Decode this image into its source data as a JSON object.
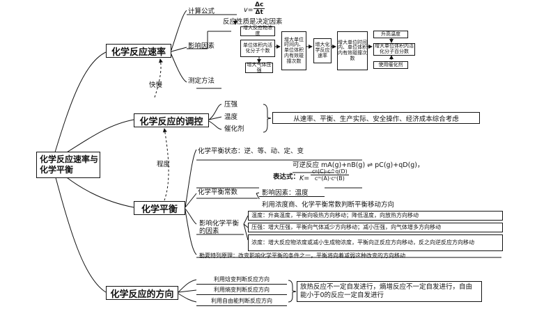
{
  "root": "化学反应速率与化学平衡",
  "rate": {
    "title": "化学反应速率",
    "calc_label": "计算公式",
    "formula_lhs": "v=",
    "formula_num": "Δc",
    "formula_den": "Δt",
    "factor_label": "影响因素",
    "nature_text": "反应性质是决定因素",
    "flow": {
      "inc_conc": "增大反应物浓度",
      "inc_gas_pressure": "增大气体压强",
      "unit_volume_count": "单位体积内活化分子个数",
      "inc_unit_volume": "增大单位时间内、单位体积内有效碰撞次数",
      "inc_rate": "增大化学反应速率",
      "inc_unit_volume2": "增大单位时间内、单位体积内有效碰撞次数",
      "raise_temp": "升高温度",
      "inc_fraction": "增大单位体积内活化分子百分数",
      "use_catalyst": "使用催化剂"
    },
    "measure_label": "测定方法"
  },
  "link1": "快慢",
  "link2": "程度",
  "control": {
    "title": "化学反应的调控",
    "items": [
      "压强",
      "温度",
      "催化剂"
    ],
    "note": "从速率、平衡、生产实际、安全操作、经济成本综合考虑"
  },
  "equilibrium": {
    "title": "化学平衡",
    "state": "化学平衡状态：逆、等、动、定、变",
    "reaction": "可逆反应 mA(g)+nB(g) ⇌ pC(g)+qD(g)，",
    "expr_label": "表达式：",
    "k_lhs": "K=",
    "k_num": "cᵖ(C)·c^q(D)",
    "k_den": "cᵐ(A)·cⁿ(B)",
    "constant_label": "化学平衡常数",
    "factor_temp": "影响因素：温度",
    "judge": "利用浓度商、化学平衡常数判断平衡移动方向",
    "shift_label": "影响化学平衡的因素",
    "temp_text": "温度：升高温度，平衡向吸热方向移动；降低温度，向放热方向移动",
    "pressure_text": "压强：增大压强，平衡向气体减少方向移动；减小压强，向气体增多方向移动",
    "conc_text": "浓度：增大反应物浓度或减小生成物浓度，平衡向正反应方向移动，反之向逆反应方向移动",
    "lechatelier": "勒夏特列原理：改变影响化学平衡的条件之一，平衡将向着减弱这种改变的方向移动"
  },
  "direction": {
    "title": "化学反应的方向",
    "items": [
      "利用焓变判断反应方向",
      "利用熵变判断反应方向",
      "利用自由能判断反应方向"
    ],
    "note": "放热反应不一定自发进行，熵增反应不一定自发进行，自由能小于0的反应一定自发进行"
  }
}
